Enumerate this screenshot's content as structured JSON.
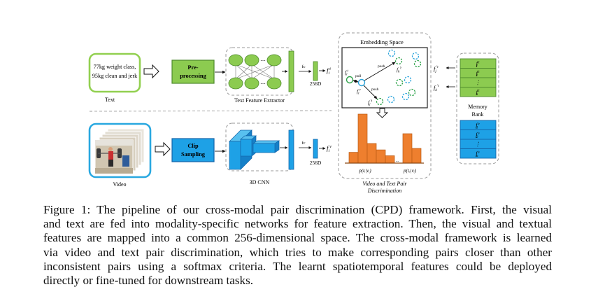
{
  "figure": {
    "text_input": {
      "lines": [
        "77kg weight class,",
        "95kg clean and jerk"
      ],
      "label": "Text"
    },
    "preprocessing": {
      "lines": [
        "Pre-",
        "processing"
      ]
    },
    "text_extractor": {
      "label": "Text Feature Extractor",
      "ellipsis": "⋯"
    },
    "fc_label_top": "fc",
    "fc_label_bottom": "fc",
    "dim_top": "256D",
    "dim_bottom": "256D",
    "feat_text": {
      "base": "f",
      "sub": "i",
      "sup": "t"
    },
    "feat_video": {
      "base": "f",
      "sub": "i",
      "sup": "v"
    },
    "video_input": {
      "label": "Video"
    },
    "clip_sampling": {
      "lines": [
        "Clip",
        "Sampling"
      ]
    },
    "cnn": {
      "label": "3D CNN"
    },
    "embedding": {
      "title": "Embedding Space",
      "pull": "pull",
      "push1": "push",
      "push2": "push",
      "fit": {
        "base": "f",
        "sub": "i",
        "sup": "t"
      },
      "fiv": {
        "base": "f",
        "sub": "i",
        "sup": "v"
      },
      "fkt": {
        "base": "f",
        "sub": "k",
        "sup": "′t"
      },
      "fjt": {
        "base": "f",
        "sub": "j",
        "sup": "′t"
      }
    },
    "discrimination": {
      "label_lines": [
        "Video and Text Pair",
        "Discrimination"
      ],
      "left_label": "p(tᵢ|vᵢ)",
      "right_label": "p(tⱼ|vᵢ)",
      "ellipsis": "..."
    },
    "memory_bank": {
      "label_lines": [
        "Memory",
        "Bank"
      ],
      "text_slots": [
        {
          "sub": "1",
          "sup": "′t"
        },
        {
          "sub": "2",
          "sup": "′t"
        },
        {
          "sub": "⋮",
          "sup": ""
        },
        {
          "sub": "n",
          "sup": "′t"
        }
      ],
      "video_slots": [
        {
          "sub": "1",
          "sup": "′v"
        },
        {
          "sub": "2",
          "sup": "′v"
        },
        {
          "sub": "⋮",
          "sup": ""
        },
        {
          "sub": "n",
          "sup": "′v"
        }
      ],
      "out_j": {
        "base": "f",
        "sub": "j",
        "sup": "′t"
      },
      "out_k": {
        "base": "f",
        "sub": "k",
        "sup": "′t"
      }
    },
    "colors": {
      "green_fill": "#8ccb50",
      "green_stroke": "#4e8a2c",
      "green_circle": "#2ea24a",
      "blue_fill": "#1ea1e6",
      "blue_stroke": "#1565a8",
      "blue_circle": "#2aa4dc",
      "orange_fill": "#ee7f2e",
      "orange_stroke": "#b85a14",
      "dash": "#9a9a9a"
    }
  },
  "histogram": {
    "bars_left": [
      0.22,
      1.0,
      0.4,
      0.27,
      0.15
    ],
    "bars_right": [
      0.6,
      0.3
    ]
  },
  "caption": {
    "lines": [
      "Figure 1: The pipeline of our cross-modal pair discrimination (CPD) framework. First, the visual",
      "and text are fed into modality-specific networks for feature extraction. Then, the visual and textual",
      "features are mapped into a common 256-dimensional space. The cross-modal framework is learned",
      "via video and text pair discrimination, which tries to make corresponding pairs closer than other",
      "inconsistent pairs using a softmax criteria. The learnt spatiotemporal features could be deployed",
      "directly or fine-tuned for downstream tasks."
    ]
  }
}
